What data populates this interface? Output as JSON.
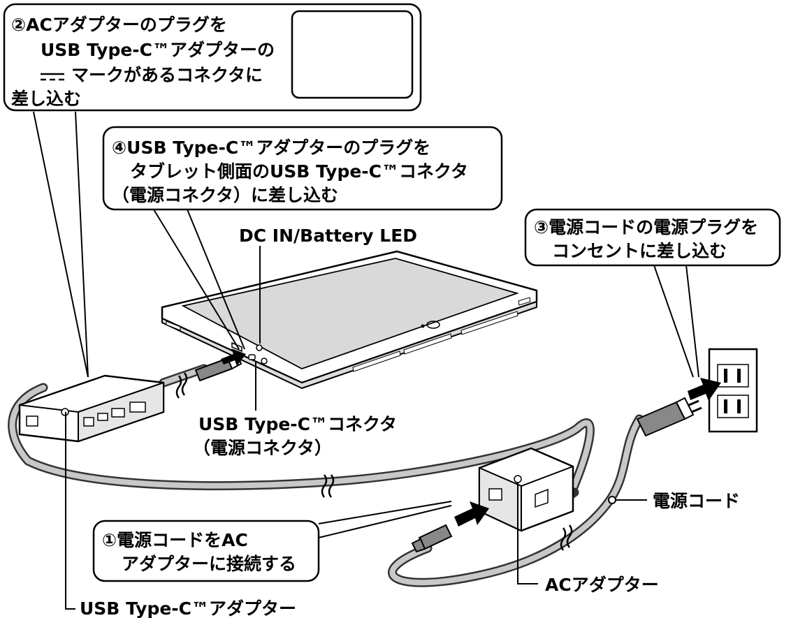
{
  "callouts": {
    "step2": {
      "lines": [
        "②ACアダプターのプラグを",
        "USB Type-C™アダプターの",
        "マークがあるコネクタに",
        "差し込む"
      ]
    },
    "step4": {
      "lines": [
        "④USB Type-C™アダプターのプラグを",
        "タブレット側面のUSB Type-C™コネクタ",
        "（電源コネクタ）に差し込む"
      ]
    },
    "step3": {
      "lines": [
        "③電源コードの電源プラグを",
        "コンセントに差し込む"
      ]
    },
    "step1": {
      "lines": [
        "①電源コードをAC",
        "アダプターに接続する"
      ]
    }
  },
  "labels": {
    "dc_in_led": "DC IN/Battery LED",
    "usb_c_connector": "USB Type-C™コネクタ",
    "usb_c_connector_sub": "（電源コネクタ）",
    "power_cord": "電源コード",
    "ac_adapter": "ACアダプター",
    "usb_c_adapter": "USB Type-C™アダプター"
  }
}
